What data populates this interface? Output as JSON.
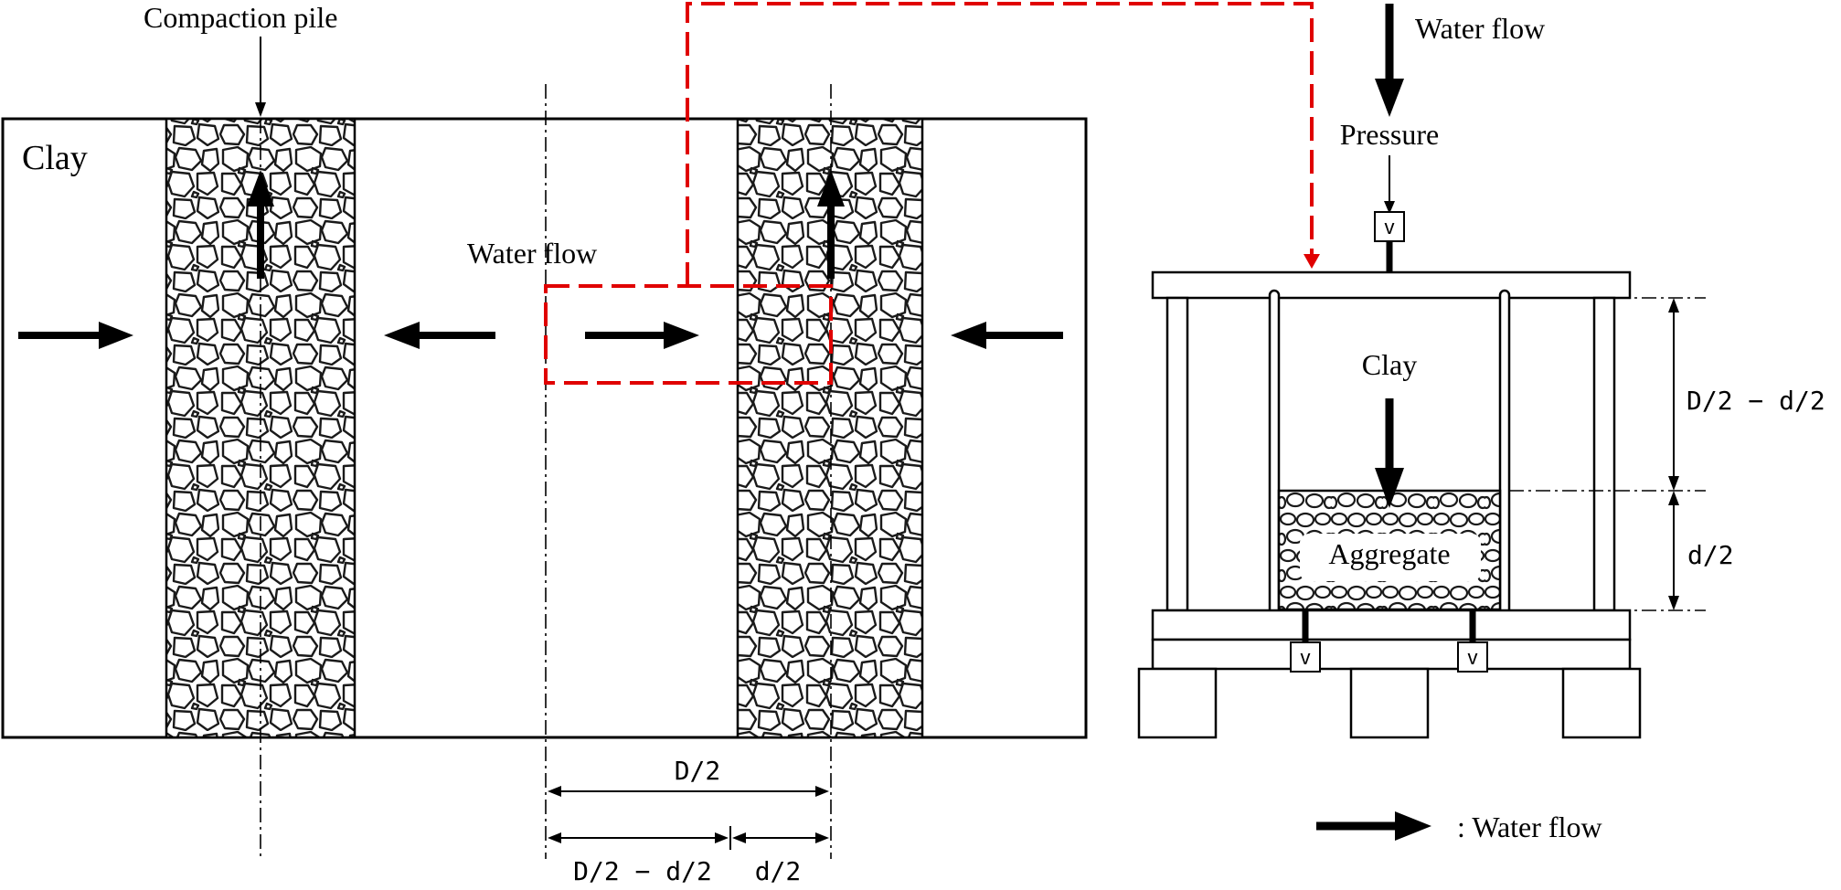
{
  "labels": {
    "compaction_pile": "Compaction pile",
    "clay_left": "Clay",
    "water_flow_mid": "Water flow",
    "water_flow_top": "Water flow",
    "pressure": "Pressure",
    "clay_right": "Clay",
    "aggregate": "Aggregate",
    "legend": ": Water flow"
  },
  "dimensions": {
    "d_half_big": "D/2",
    "d_minus": "D/2 − d/2",
    "d_half_small": "d/2",
    "right_d_minus": "D/2 − d/2",
    "right_d_half": "d/2"
  },
  "valves": {
    "top": "v",
    "bottom_left": "v",
    "bottom_right": "v"
  },
  "colors": {
    "highlight": "#e00000",
    "ink": "#000000"
  }
}
